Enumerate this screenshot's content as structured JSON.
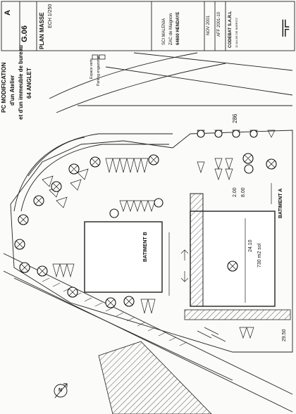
{
  "title_block": {
    "sheet_letter": "A",
    "sheet_number": "G.06",
    "drawing_title": "PLAN MASSE",
    "scale": "ECH 1/250",
    "client_name": "SCI MALENIA",
    "client_address": "ZAC de Maignon",
    "client_city": "64600 HENDAYE",
    "date": "NOV 2001",
    "affair": "AFF 2001-10",
    "company_name": "CODEBAT S.A.R.L",
    "company_line": "12 ALLEE DE BARRITZ"
  },
  "project": {
    "line1": "PC MODIFICATION",
    "line2": "d'un Atelier",
    "line3": "et d'un immeuble de bureau",
    "line4": "64 ANGLET"
  },
  "legend": [
    {
      "label": "Espace verts"
    },
    {
      "label": "Parking engazonné"
    }
  ],
  "buildings": {
    "b": "BATIMENT B",
    "a": "BATIMENT A"
  },
  "annotations": {
    "a1": "286",
    "a2": "2.00",
    "a3": "24.10",
    "a4": "8.00",
    "a5": "29.50",
    "a6": "730 m2 sol"
  },
  "north": {
    "label": "N"
  }
}
